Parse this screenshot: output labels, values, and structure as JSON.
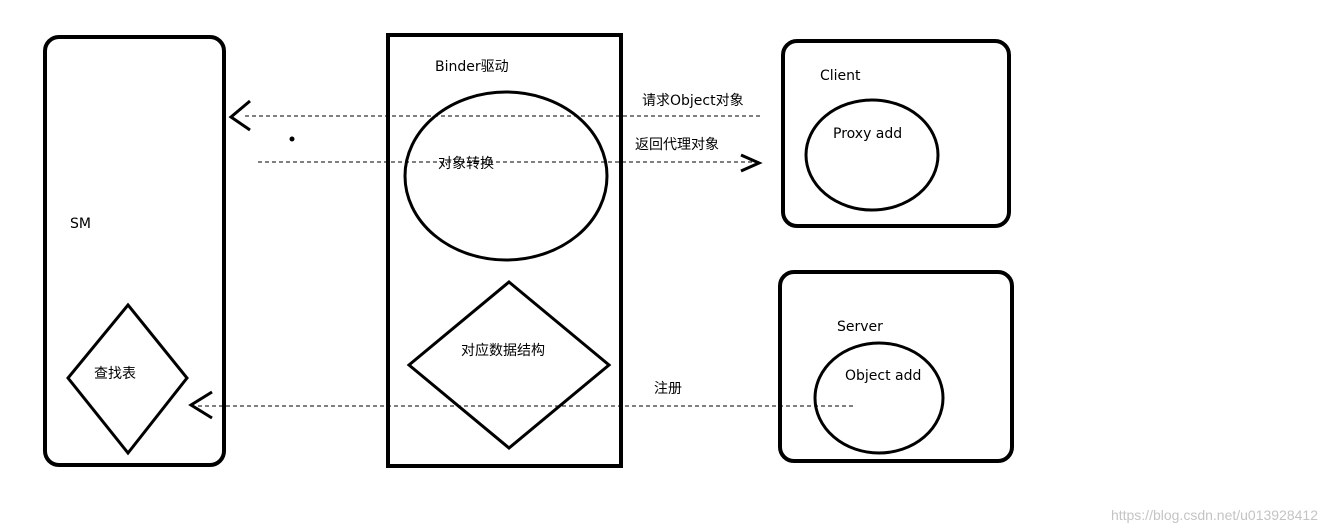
{
  "sm": {
    "label": "SM",
    "lookup_table": "查找表"
  },
  "binder": {
    "label": "Binder驱动",
    "object_conversion": "对象转换",
    "data_structure": "对应数据结构"
  },
  "client": {
    "label": "Client",
    "proxy": "Proxy add"
  },
  "server": {
    "label": "Server",
    "object": "Object add"
  },
  "arrows": {
    "request_object": "请求Object对象",
    "return_proxy": "返回代理对象",
    "register": "注册"
  },
  "watermark": "https://blog.csdn.net/u013928412",
  "colors": {
    "stroke": "#000000",
    "background": "#ffffff",
    "watermark": "#c4c4c4"
  }
}
